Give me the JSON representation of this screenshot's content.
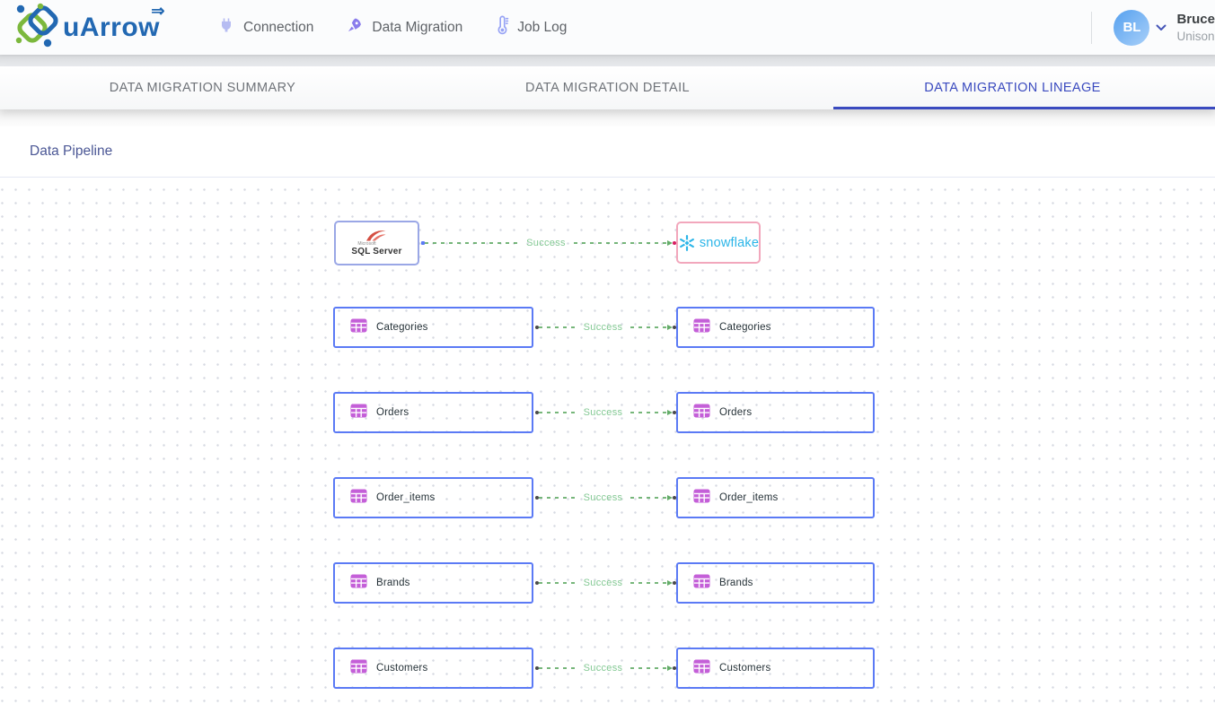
{
  "header": {
    "logo_text": "uArrow",
    "logo_arrow_glyph": "⇒",
    "nav": [
      {
        "label": "Connection",
        "icon": "plug-icon"
      },
      {
        "label": "Data Migration",
        "icon": "rocket-icon"
      },
      {
        "label": "Job Log",
        "icon": "thermometer-icon"
      }
    ],
    "user": {
      "initials": "BL",
      "name": "Bruce",
      "org": "Unison"
    }
  },
  "tabs": [
    {
      "label": "DATA MIGRATION SUMMARY",
      "active": false
    },
    {
      "label": "DATA MIGRATION DETAIL",
      "active": false
    },
    {
      "label": "DATA MIGRATION LINEAGE",
      "active": true
    }
  ],
  "section": {
    "title": "Data Pipeline"
  },
  "pipeline": {
    "source_db": {
      "vendor_small": "Microsoft",
      "name": "SQL Server"
    },
    "target_db": {
      "name": "snowflake"
    },
    "db_connection_status": "Success",
    "tables": [
      {
        "source": "Categories",
        "target": "Categories",
        "status": "Success"
      },
      {
        "source": "Orders",
        "target": "Orders",
        "status": "Success"
      },
      {
        "source": "Order_items",
        "target": "Order_items",
        "status": "Success"
      },
      {
        "source": "Brands",
        "target": "Brands",
        "status": "Success"
      },
      {
        "source": "Customers",
        "target": "Customers",
        "status": "Success"
      }
    ]
  },
  "colors": {
    "accent_indigo": "#3a4abf",
    "logo_blue": "#2268b2",
    "logo_green": "#7cb83d",
    "success_green": "#84c994",
    "table_border_blue": "#5b7af5",
    "source_border": "#9aa7e6",
    "target_border": "#f2a7bc",
    "table_icon_purple": "#c45fd8",
    "snowflake_blue": "#2bb5e8"
  }
}
